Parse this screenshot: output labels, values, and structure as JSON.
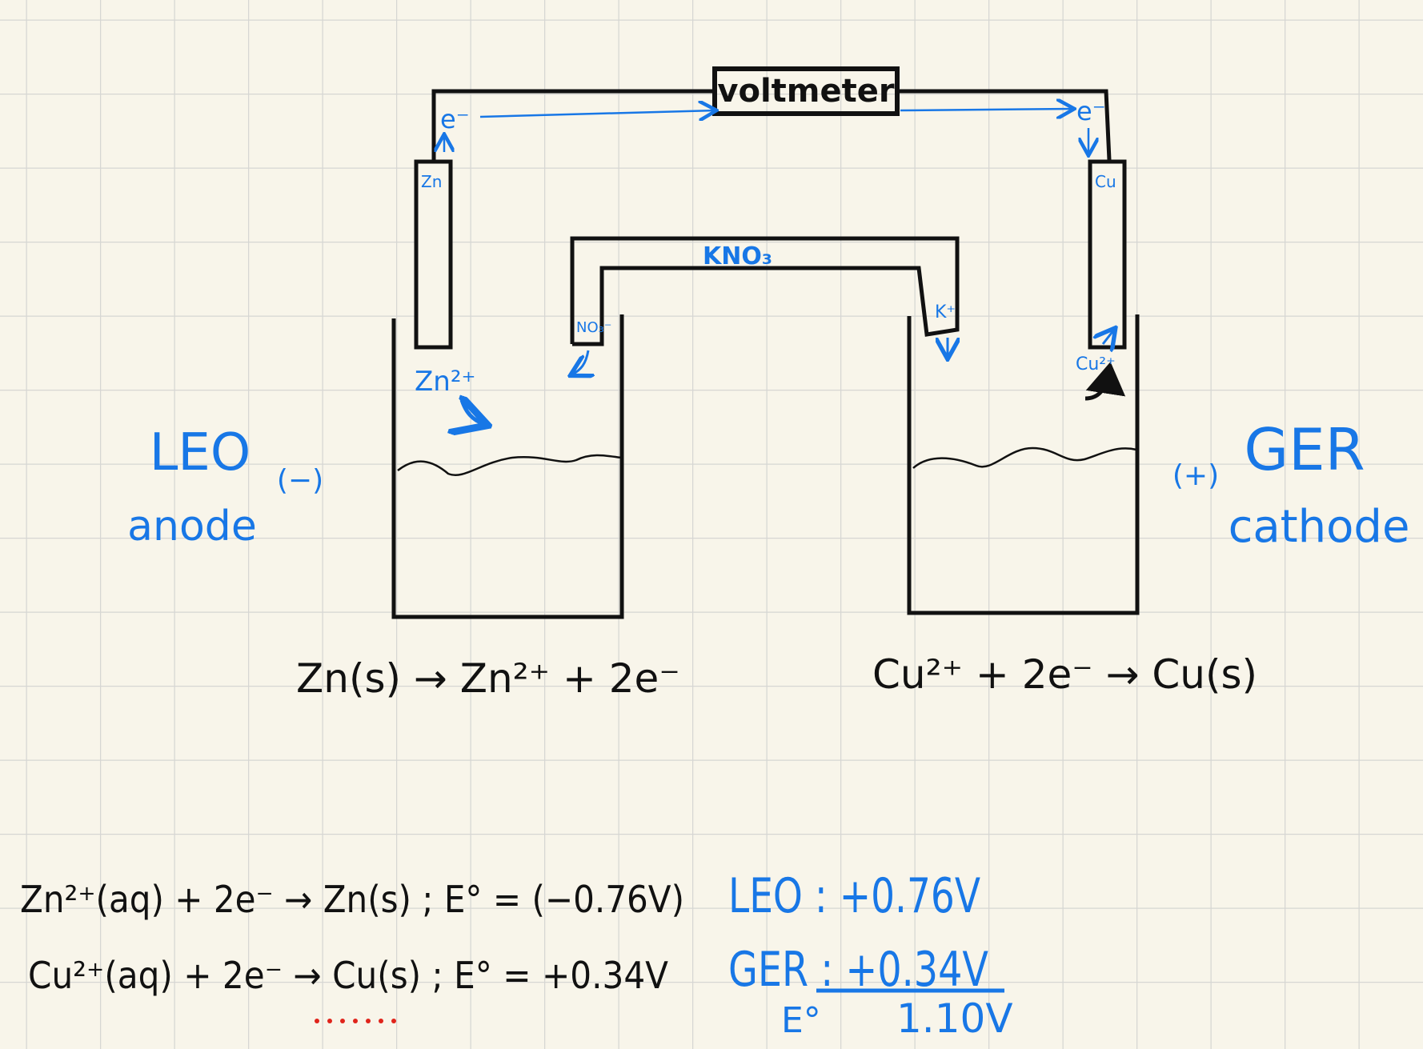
{
  "colors": {
    "paper": "#f8f5ea",
    "grid": "#d6d6d3",
    "ink": "#111111",
    "blue": "#1877e6",
    "red": "#e0241b"
  },
  "labels": {
    "voltmeter": "voltmeter",
    "electron_left": "e⁻",
    "electron_right": "e⁻",
    "zn_electrode": "Zn",
    "cu_electrode": "Cu",
    "salt_bridge": "KNO₃",
    "nitrate": "NO₃⁻",
    "potassium": "K⁺",
    "zn_ion": "Zn²⁺",
    "cu_ion": "Cu²⁺",
    "anode_mnemonic": "LEO",
    "anode_word": "anode",
    "anode_sign": "(−)",
    "cathode_mnemonic": "GER",
    "cathode_word": "cathode",
    "cathode_sign": "(+)"
  },
  "half_reactions": {
    "anode": "Zn(s) → Zn²⁺ + 2e⁻",
    "cathode": "Cu²⁺ + 2e⁻ → Cu(s)"
  },
  "potentials": {
    "zn_line": "Zn²⁺(aq) + 2e⁻ → Zn(s) ; E° = (−0.76V)",
    "cu_line": "Cu²⁺(aq) + 2e⁻ → Cu(s) ; E° = +0.34V",
    "leo_value": "LEO : +0.76V",
    "ger_value": "GER : +0.34V",
    "e_label": "E°",
    "total": "1.10V"
  }
}
